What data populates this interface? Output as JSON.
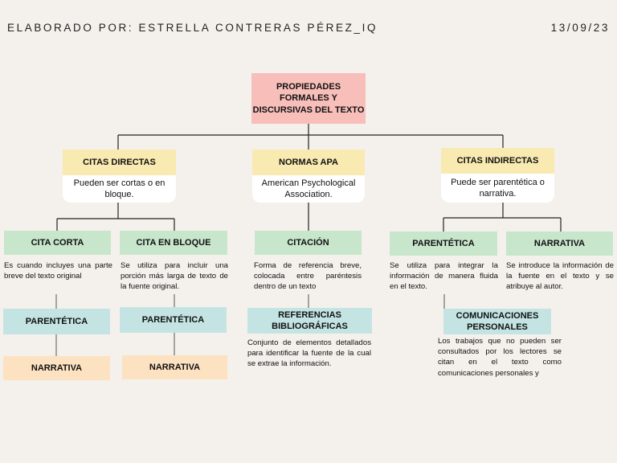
{
  "header": {
    "author": "ELABORADO POR: ESTRELLA CONTRERAS PÉREZ_IQ",
    "date": "13/09/23"
  },
  "root": {
    "title": "PROPIEDADES FORMALES Y DISCURSIVAS DEL TEXTO"
  },
  "citas_directas": {
    "title": "CITAS DIRECTAS",
    "subtitle": "Pueden ser cortas o en bloque.",
    "cita_corta": {
      "title": "CITA CORTA",
      "description": "Es cuando incluyes una parte breve del texto original",
      "child1": "PARENTÉTICA",
      "child2": "NARRATIVA"
    },
    "cita_bloque": {
      "title": "CITA EN BLOQUE",
      "description": "Se utiliza para incluir una porción más larga de texto de la fuente original.",
      "child1": "PARENTÉTICA",
      "child2": "NARRATIVA"
    }
  },
  "normas_apa": {
    "title": "NORMAS APA",
    "subtitle": "American Psychological Association.",
    "citacion": {
      "title": "CITACIÓN",
      "description": "Forma de referencia breve, colocada entre paréntesis dentro de un texto"
    },
    "referencias": {
      "title": "REFERENCIAS BIBLIOGRÁFICAS",
      "description": "Conjunto de elementos detallados para identificar la fuente de la cual se extrae la información."
    }
  },
  "citas_indirectas": {
    "title": "CITAS INDIRECTAS",
    "subtitle": "Puede ser parentética o narrativa.",
    "parentetica": {
      "title": "PARENTÉTICA",
      "description": "Se utiliza para integrar la información de manera fluida en el texto."
    },
    "narrativa": {
      "title": "NARRATIVA",
      "description": "Se introduce la información de la fuente en el texto y se atribuye al autor."
    },
    "comunicaciones": {
      "title": "COMUNICACIONES PERSONALES",
      "description": "Los trabajos que no pueden ser consultados por los lectores se citan en el texto como comunicaciones personales y"
    }
  }
}
